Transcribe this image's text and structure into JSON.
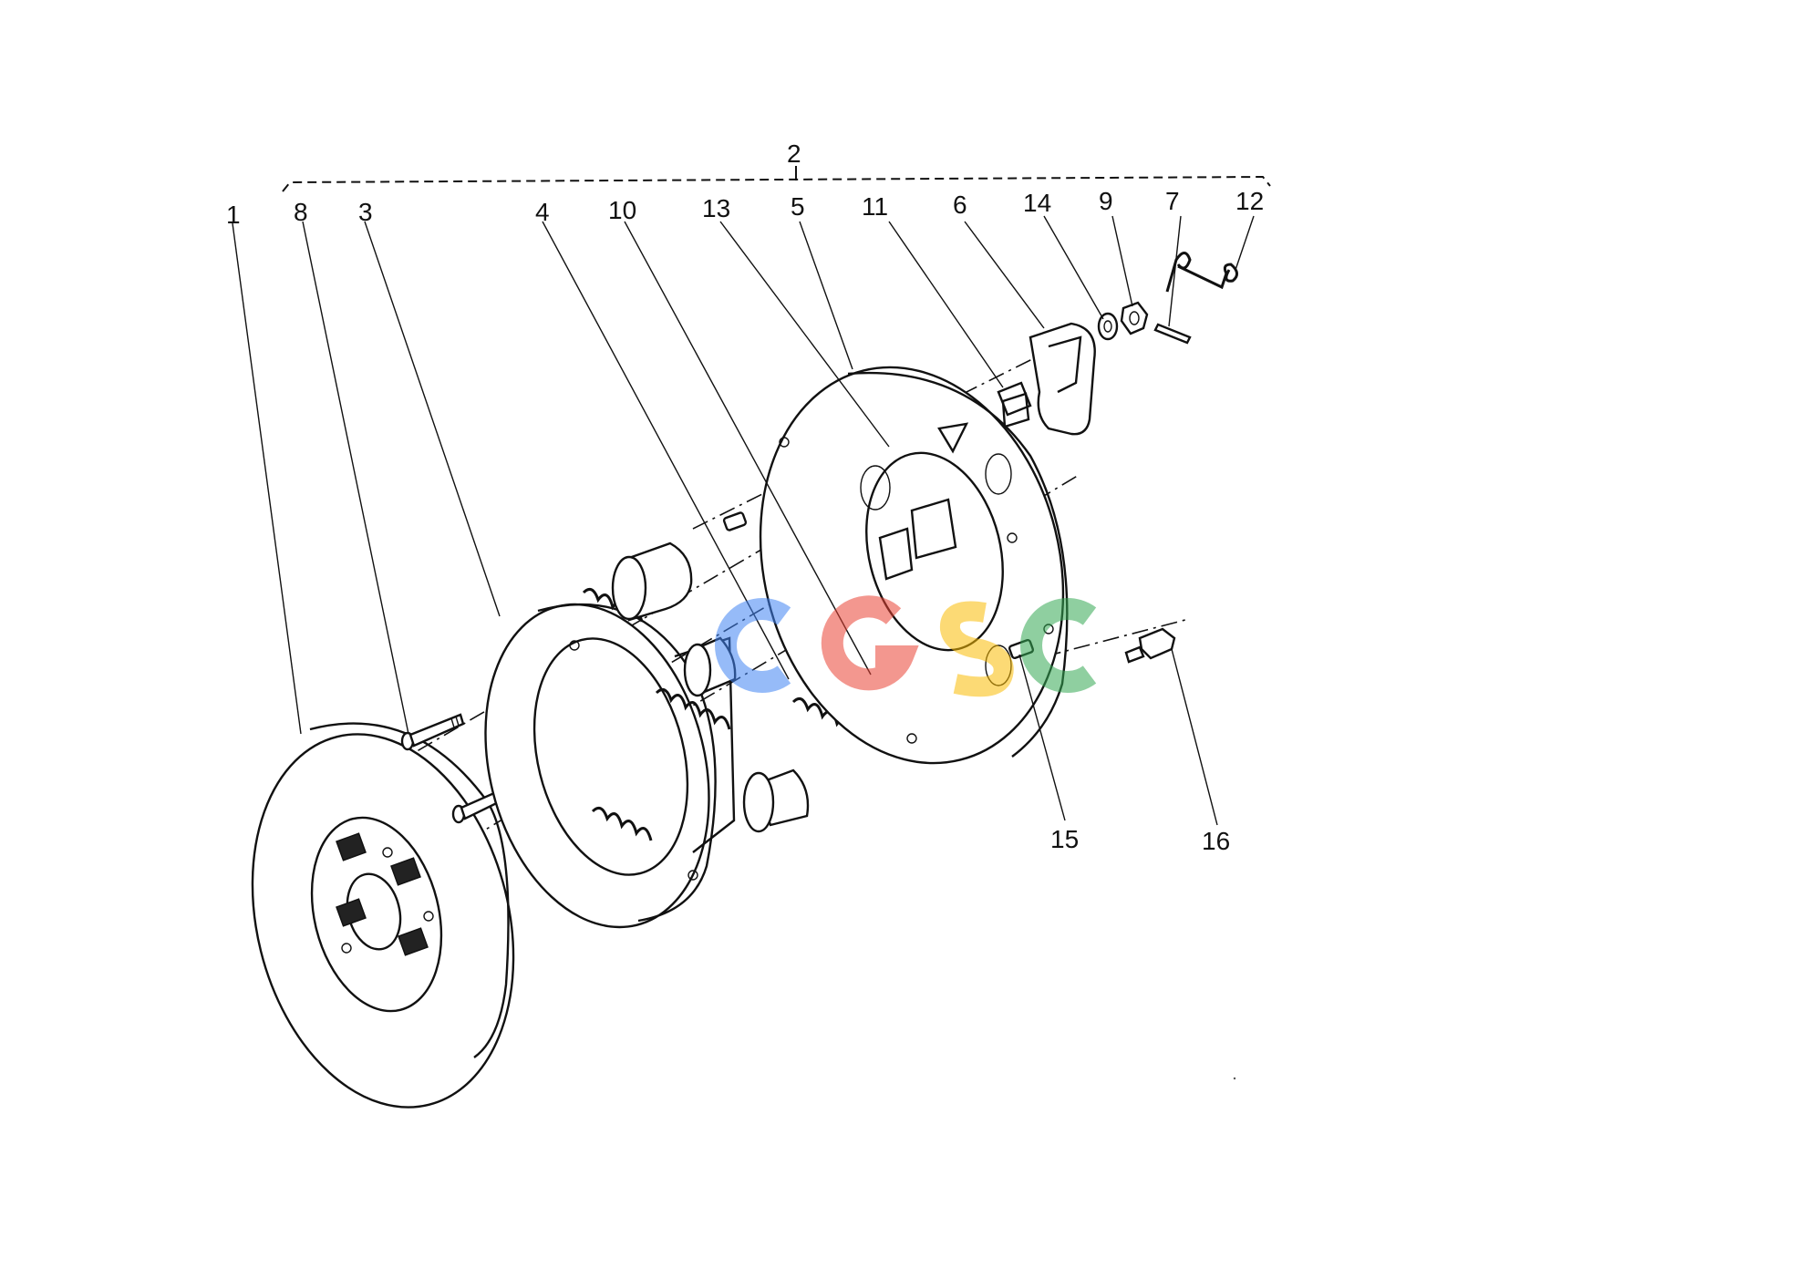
{
  "diagram": {
    "assembly_label": "2",
    "callouts": [
      "1",
      "8",
      "3",
      "4",
      "10",
      "13",
      "5",
      "11",
      "6",
      "14",
      "9",
      "7",
      "12",
      "15",
      "16"
    ]
  },
  "watermark": {
    "text": "CGSC",
    "colors": [
      "#4285F4",
      "#EA4335",
      "#FBBC05",
      "#34A853"
    ]
  }
}
